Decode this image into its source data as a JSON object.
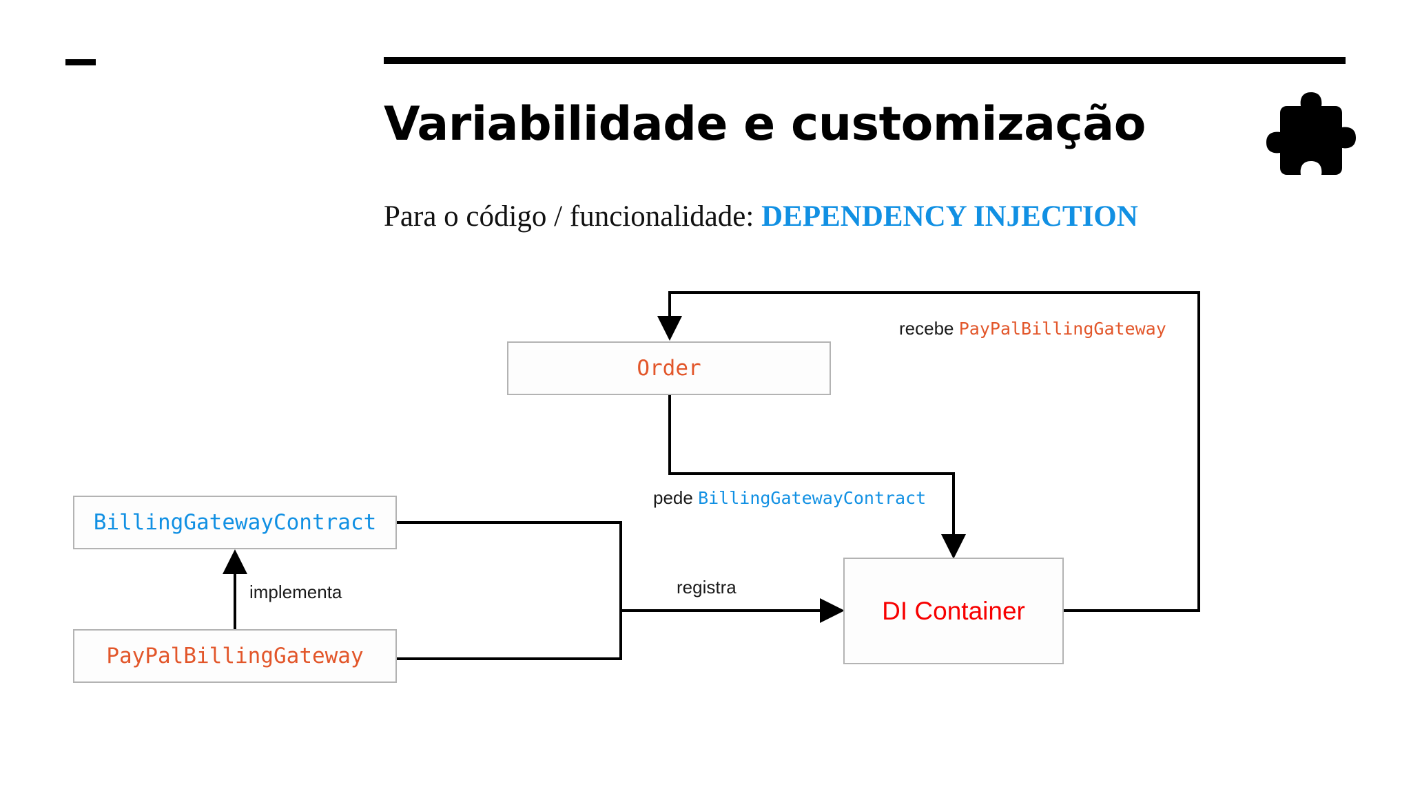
{
  "slide": {
    "title": "Variabilidade e customização",
    "subtitle_prefix": "Para o código / funcionalidade: ",
    "subtitle_accent": "DEPENDENCY INJECTION",
    "icon": "puzzle-piece-icon"
  },
  "colors": {
    "accent_blue": "#1190e3",
    "orange": "#e2562a",
    "red": "#f70000",
    "box_border": "#b3b3b3",
    "line": "#000000"
  },
  "diagram": {
    "type": "flow",
    "nodes": [
      {
        "id": "order",
        "label": "Order",
        "color": "orange",
        "font": "mono"
      },
      {
        "id": "contract",
        "label": "BillingGatewayContract",
        "color": "blue",
        "font": "mono"
      },
      {
        "id": "paypal",
        "label": "PayPalBillingGateway",
        "color": "orange",
        "font": "mono"
      },
      {
        "id": "di_container",
        "label": "DI Container",
        "color": "red",
        "font": "sans"
      }
    ],
    "edges": [
      {
        "id": "recebe",
        "from": "di_container",
        "to": "order",
        "label_text": "recebe ",
        "label_code": "PayPalBillingGateway",
        "code_color": "orange"
      },
      {
        "id": "pede",
        "from": "order",
        "to": "di_container",
        "label_text": "pede ",
        "label_code": "BillingGatewayContract",
        "code_color": "blue"
      },
      {
        "id": "implementa",
        "from": "paypal",
        "to": "contract",
        "label_text": "implementa",
        "label_code": "",
        "code_color": ""
      },
      {
        "id": "registra",
        "from": "contract+paypal",
        "to": "di_container",
        "label_text": "registra",
        "label_code": "",
        "code_color": ""
      }
    ]
  }
}
